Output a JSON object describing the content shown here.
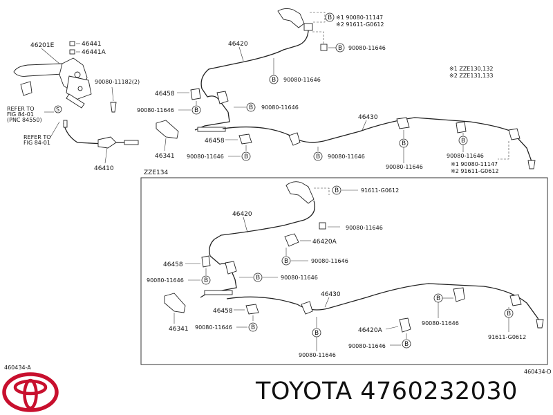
{
  "top": {
    "parts": {
      "lever": "46201E",
      "p46441": "46441",
      "p46441a": "46441A",
      "cable_front": "46410",
      "cable_46420": "46420",
      "cable_46430": "46430",
      "p46458_upper": "46458",
      "p46458_lower": "46458",
      "bracket_46341": "46341"
    },
    "refs": {
      "refer_a_line1": "REFER TO",
      "refer_a_line2": "FIG 84-01",
      "refer_a_line3": "(PNC 84550)",
      "refer_b_line1": "REFER TO",
      "refer_b_line2": "FIG 84-01"
    },
    "bolts": {
      "lever_bolt": "90080-11182(2)",
      "top_marked_1": "※1 90080-11147",
      "top_marked_2": "※2 91611-G0612",
      "b_top": "90080-11646",
      "b_46420": "90080-11646",
      "b_mid_right": "90080-11646",
      "b_left": "90080-11646",
      "b_46458": "90080-11646",
      "b_center": "90080-11646",
      "b_right_low": "90080-11646",
      "b_far_right": "90080-11646",
      "right_marked_1": "※1 90080-11147",
      "right_marked_2": "※2 91611-G0612"
    },
    "legend": {
      "note1": "※1 ZZE130,132",
      "note2": "※2 ZZE131,133"
    }
  },
  "bottom": {
    "model": "ZZE134",
    "parts": {
      "cable_46420": "46420",
      "p46420a_upper": "46420A",
      "p46458_upper": "46458",
      "p46458_lower": "46458",
      "bracket_46341": "46341",
      "cable_46430": "46430",
      "p46420a_lower": "46420A"
    },
    "bolts": {
      "b_top": "91611-G0612",
      "b_46420": "90080-11646",
      "b_46420a": "90080-11646",
      "b_mid": "90080-11646",
      "b_left": "90080-11646",
      "b_46458": "90080-11646",
      "b_center": "90080-11646",
      "b_46420a_lower": "90080-11646",
      "b_right": "90080-11646",
      "b_far_right": "91611-G0612"
    }
  },
  "codes": {
    "left": "460434-A",
    "right": "460434-D"
  },
  "bubble_letter": "B",
  "small_letter": "S",
  "footer": {
    "brand_text": "TOYOTA 4760232030"
  }
}
